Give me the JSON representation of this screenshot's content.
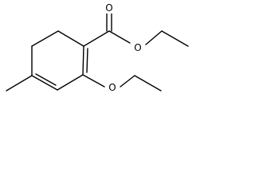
{
  "molecule": {
    "atoms": {
      "carbonyl_oxygen": "O",
      "ester_oxygen": "O",
      "ether_oxygen": "O"
    }
  },
  "colors": {
    "bond": "#000000",
    "background": "#ffffff"
  }
}
